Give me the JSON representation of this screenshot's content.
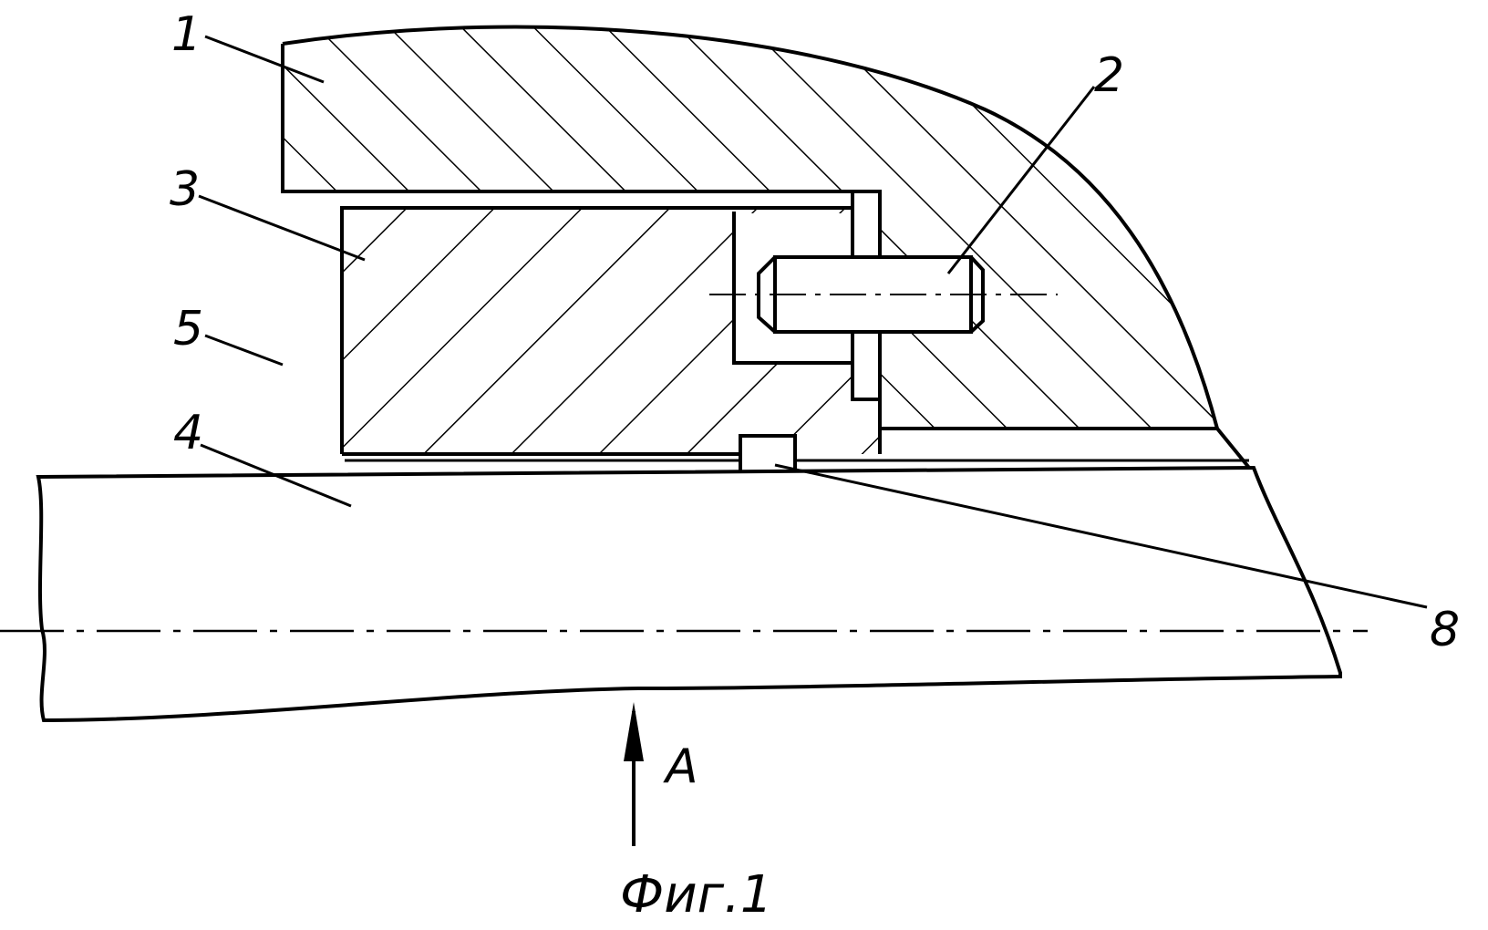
{
  "figure": {
    "caption": "Фиг.1",
    "view_label": "А"
  },
  "callouts": [
    {
      "id": "1",
      "text": "1"
    },
    {
      "id": "2",
      "text": "2"
    },
    {
      "id": "3",
      "text": "3"
    },
    {
      "id": "4",
      "text": "4"
    },
    {
      "id": "5",
      "text": "5"
    },
    {
      "id": "8",
      "text": "8"
    }
  ],
  "colors": {
    "ink": "#000000",
    "paper": "#ffffff"
  }
}
